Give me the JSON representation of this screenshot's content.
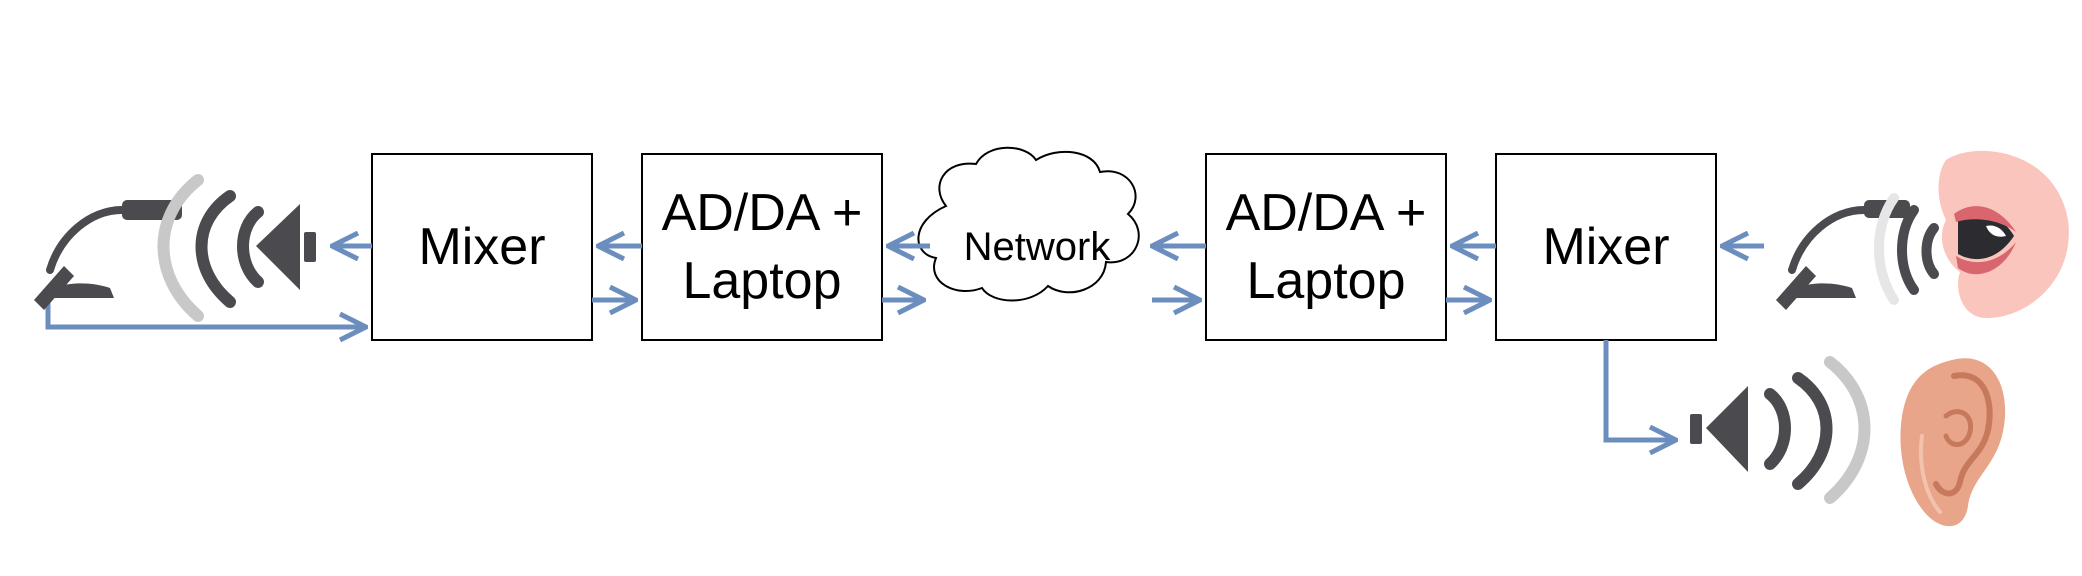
{
  "boxes": {
    "left_mixer": "Mixer",
    "left_addata_line1": "AD/DA +",
    "left_addata_line2": "Laptop",
    "network": "Network",
    "right_addata_line1": "AD/DA +",
    "right_addata_line2": "Laptop",
    "right_mixer": "Mixer"
  },
  "icons": [
    "microphone-icon",
    "speaker-icon",
    "microphone-icon",
    "mouth-icon",
    "speaker-icon",
    "ear-icon"
  ],
  "colors": {
    "arrow": "#6c8ebf",
    "box_stroke": "#000000",
    "icon_dark": "#4a4a4f",
    "icon_light": "#c8c8c8",
    "lips": "#d9666f",
    "skin": "#f9c5bd",
    "ear": "#e8a58a"
  }
}
